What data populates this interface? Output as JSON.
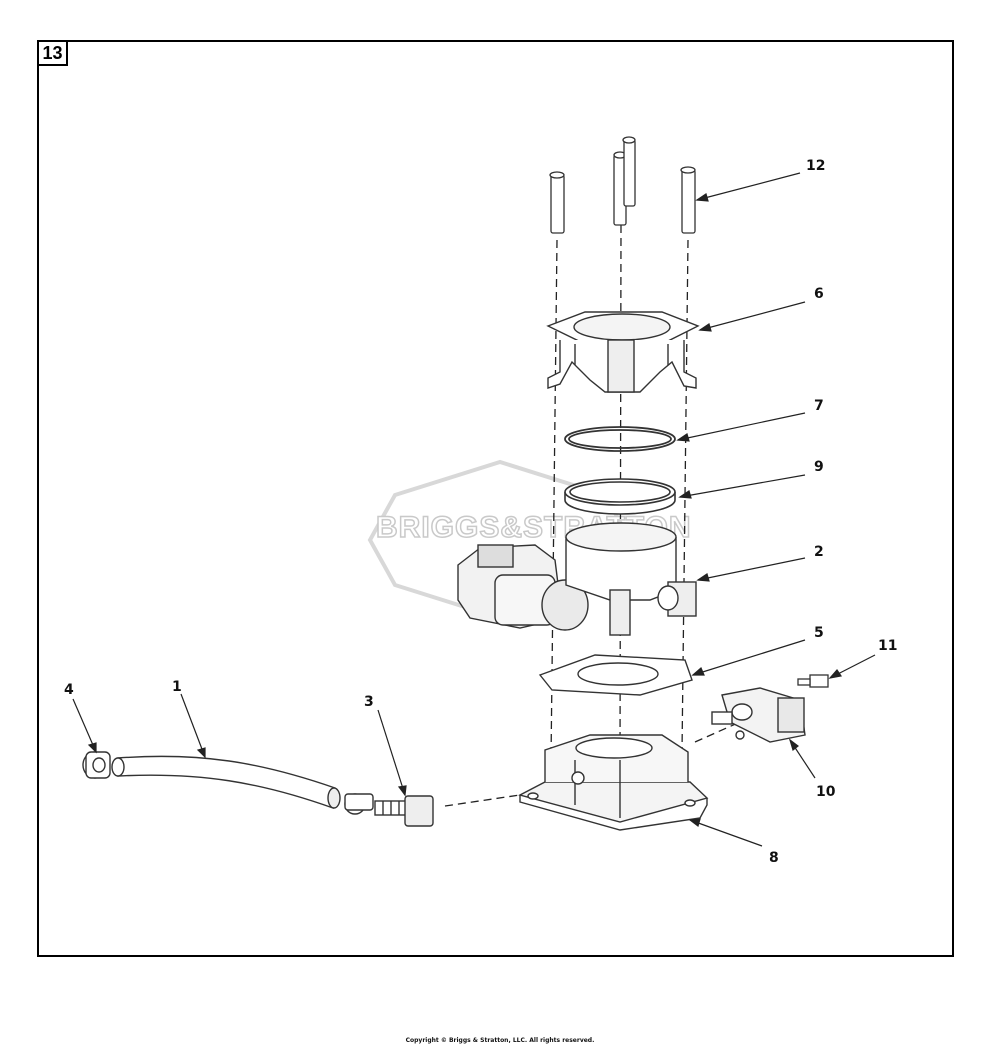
{
  "figure": {
    "label": "13",
    "watermark": "BRIGGS&STRATTON"
  },
  "callouts": [
    {
      "id": "c1",
      "text": "1"
    },
    {
      "id": "c2",
      "text": "2"
    },
    {
      "id": "c3",
      "text": "3"
    },
    {
      "id": "c4",
      "text": "4"
    },
    {
      "id": "c5",
      "text": "5"
    },
    {
      "id": "c6",
      "text": "6"
    },
    {
      "id": "c7",
      "text": "7"
    },
    {
      "id": "c8",
      "text": "8"
    },
    {
      "id": "c9",
      "text": "9"
    },
    {
      "id": "c10",
      "text": "10"
    },
    {
      "id": "c11",
      "text": "11"
    },
    {
      "id": "c12",
      "text": "12"
    }
  ],
  "copyright": "Copyright © Briggs & Stratton, LLC. All rights reserved."
}
